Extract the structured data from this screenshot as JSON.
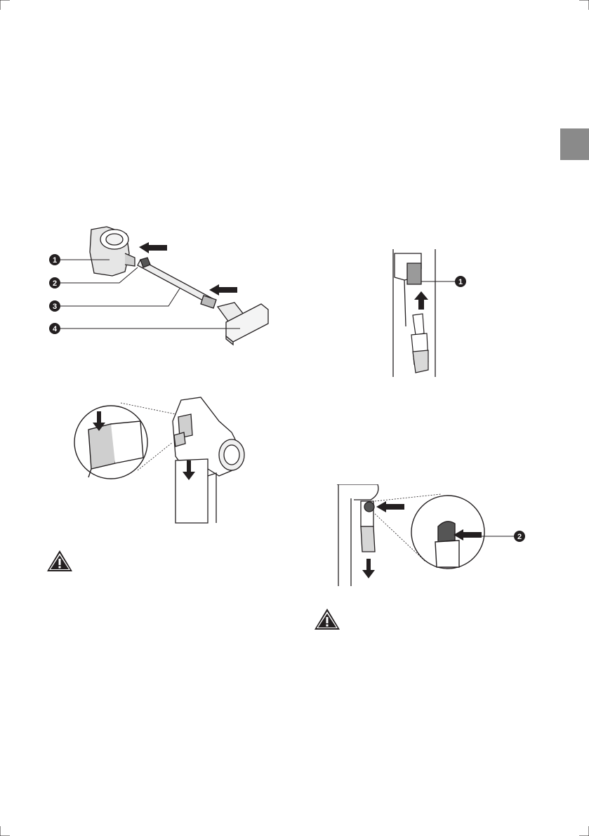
{
  "page": {
    "side_tab_color": "#8a8a8a"
  },
  "figures": {
    "assembly": {
      "callouts": [
        "1",
        "2",
        "3",
        "4"
      ]
    },
    "tool_attach": {
      "callouts": [
        "1"
      ]
    },
    "tool_release": {
      "callouts": [
        "2"
      ]
    }
  },
  "icons": {
    "warning": "warning-triangle-icon",
    "arrow": "arrow-icon"
  }
}
